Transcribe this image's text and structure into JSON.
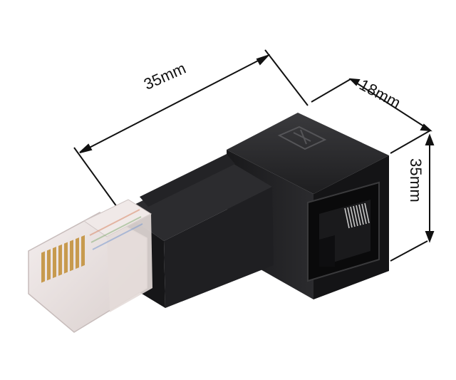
{
  "dimensions": {
    "length": "35mm",
    "width": "18mm",
    "height": "35mm"
  },
  "colors": {
    "housing": "#1c1c1e",
    "housing_face": "#101012",
    "plug_clear": "#e9e2e0",
    "contact_gold": "#c79a4e",
    "dimension_line": "#111111",
    "background": "#ffffff"
  }
}
